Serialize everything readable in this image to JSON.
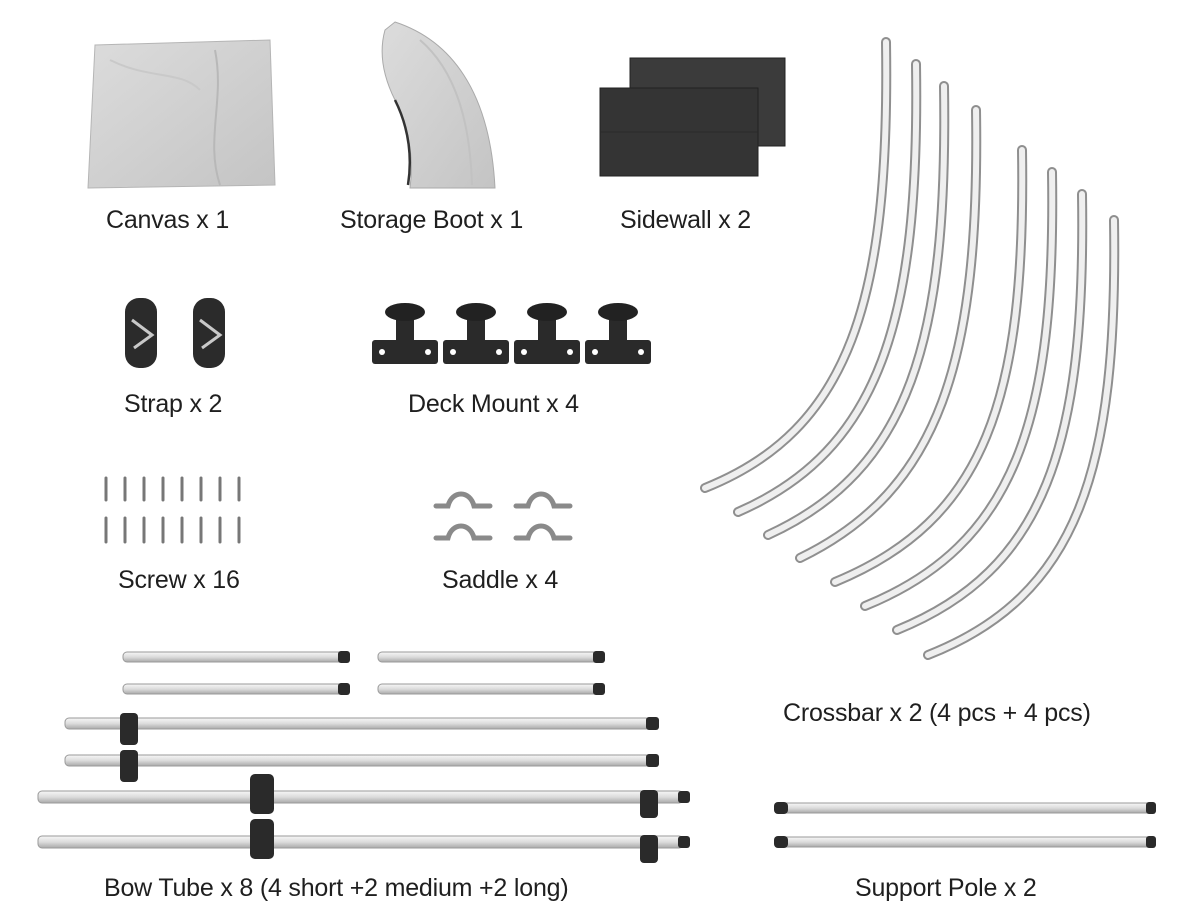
{
  "labels": {
    "canvas": "Canvas x 1",
    "storage_boot": "Storage Boot x 1",
    "sidewall": "Sidewall x 2",
    "strap": "Strap x 2",
    "deck_mount": "Deck Mount x 4",
    "screw": "Screw x 16",
    "saddle": "Saddle x 4",
    "crossbar": "Crossbar x 2 (4 pcs + 4 pcs)",
    "bow_tube": "Bow Tube x 8 (4 short +2 medium +2 long)",
    "support_pole": "Support Pole x 2"
  },
  "colors": {
    "fabric": "#d2d2d2",
    "fabric_shade": "#bdbdbd",
    "sidewall": "#3a3a3a",
    "metal": "#e6e6e6",
    "metal_edge": "#8d8d8d",
    "plastic": "#2a2a2a",
    "label": "#1f1f1f"
  },
  "counts": {
    "canvas": 1,
    "storage_boot": 1,
    "sidewall": 2,
    "strap": 2,
    "deck_mount": 4,
    "screw": 16,
    "saddle": 4,
    "crossbar_pieces": 8,
    "bow_tube": 8,
    "support_pole": 2
  }
}
